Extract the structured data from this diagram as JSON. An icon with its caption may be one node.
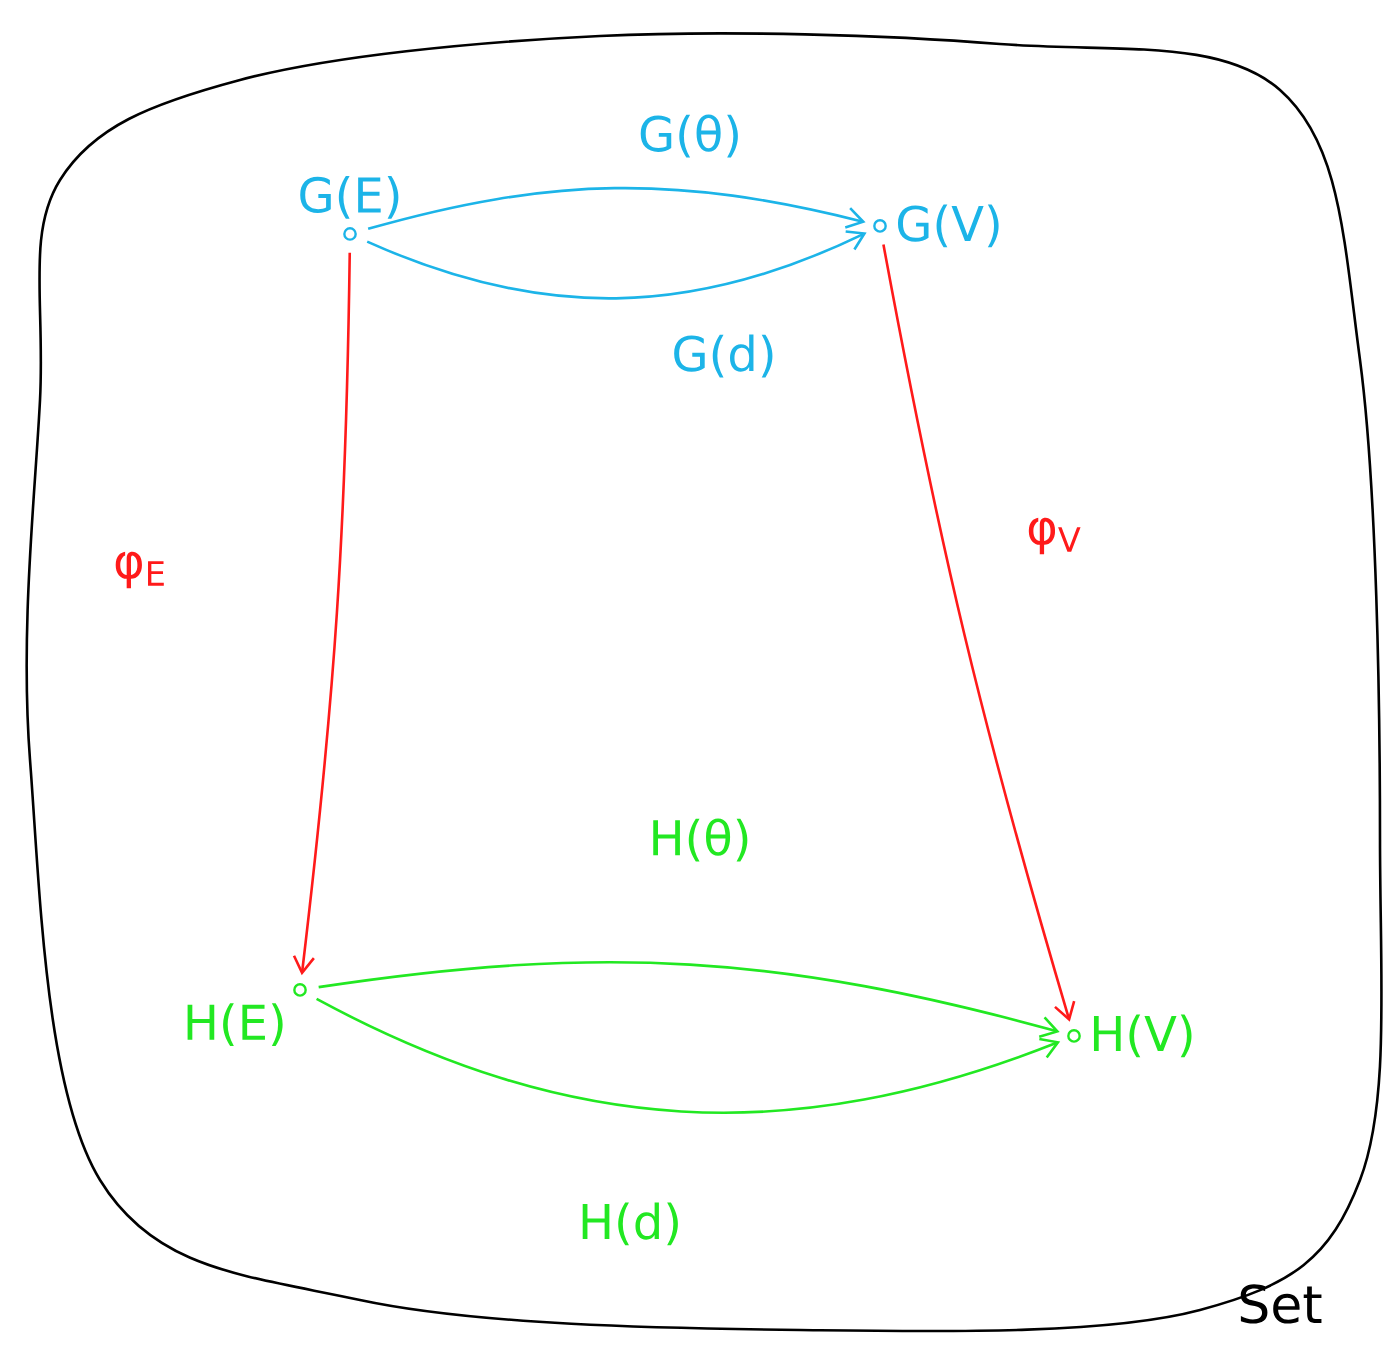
{
  "diagram": {
    "nodes": [
      {
        "text": [
          "Set"
        ]
      },
      {
        "text": [
          "G(E)"
        ],
        "in": 0
      },
      {
        "text": [
          "G(V)"
        ],
        "in": 0
      },
      {
        "text": [
          "H(E)"
        ],
        "in": 0
      },
      {
        "text": [
          "H(V)"
        ],
        "in": 0
      }
    ],
    "edges": [
      {
        "from": 1,
        "to": 2,
        "arrow": "to",
        "label": "G(θ)",
        "color": "#1cb4e8"
      },
      {
        "from": 1,
        "to": 2,
        "arrow": "to",
        "label": "G(d)",
        "color": "#1cb4e8"
      },
      {
        "from": 1,
        "to": 3,
        "arrow": "to",
        "label": "φ$_{E}$",
        "color": "#ff1a1a"
      },
      {
        "from": 2,
        "to": 4,
        "arrow": "to",
        "label": "φ$_{V}$",
        "color": "#ff1a1a"
      },
      {
        "from": 3,
        "to": 4,
        "arrow": "to",
        "label": "H(θ)",
        "color": "#22e822"
      },
      {
        "from": 3,
        "to": 4,
        "arrow": "to",
        "label": "H(d)",
        "color": "#22e822"
      }
    ]
  }
}
